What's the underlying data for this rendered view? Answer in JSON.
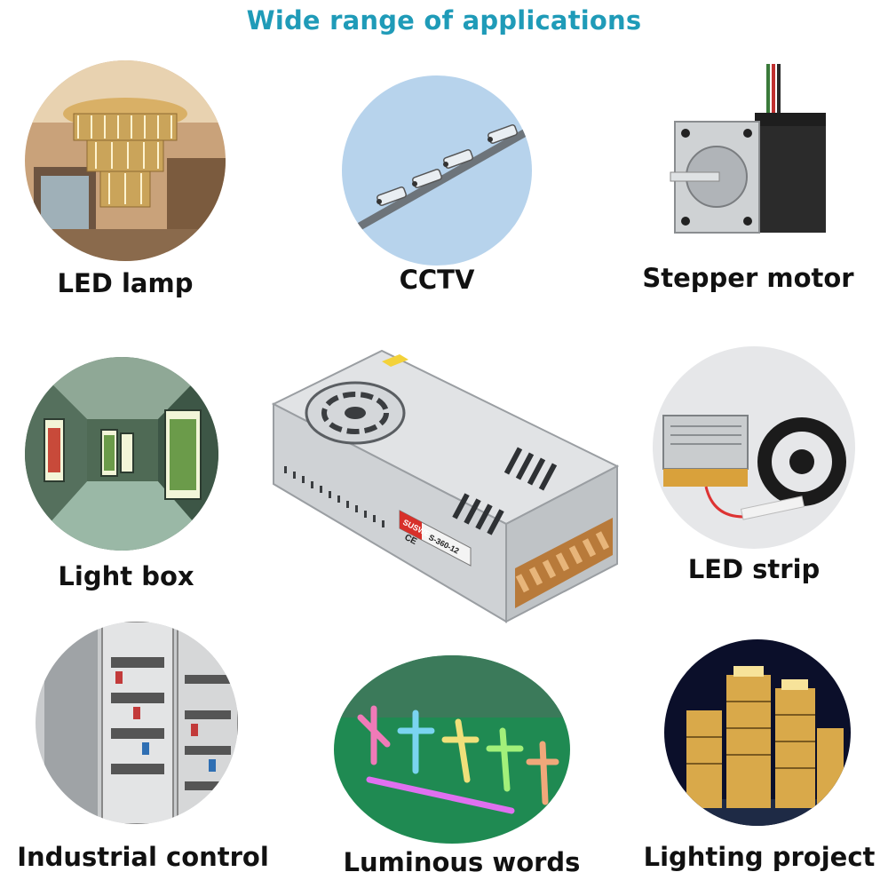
{
  "header": {
    "title": "Wide range of applications"
  },
  "applications": [
    {
      "label": "LED lamp",
      "icon": "chandelier-photo"
    },
    {
      "label": "CCTV",
      "icon": "security-cameras-photo"
    },
    {
      "label": "Stepper motor",
      "icon": "stepper-motor-photo"
    },
    {
      "label": "Light box",
      "icon": "light-box-corridor-photo"
    },
    {
      "label": "LED strip",
      "icon": "led-strip-reel-photo"
    },
    {
      "label": "Industrial control",
      "icon": "control-cabinet-photo"
    },
    {
      "label": "Luminous words",
      "icon": "led-sign-letters-photo"
    },
    {
      "label": "Lighting project",
      "icon": "lit-buildings-night-photo"
    }
  ],
  "product": {
    "brand": "SUSWE",
    "model": "S-360-12",
    "cert": "CE",
    "icon": "power-supply-unit-photo"
  },
  "colors": {
    "title": "#1f9bb8",
    "label": "#111111"
  }
}
